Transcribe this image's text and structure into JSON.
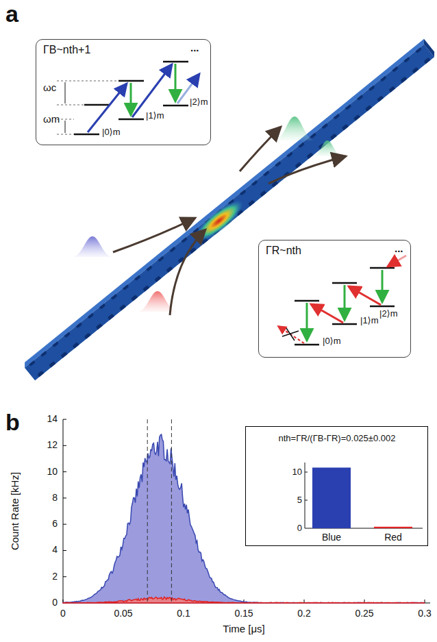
{
  "diagram": {
    "nodes": [
      {
        "text": [
          "ΓB~nth+1",
          "ωc",
          "ωm",
          "|0⟩m",
          "|1⟩m",
          "|2⟩m",
          "..."
        ]
      },
      {
        "text": [
          "ΓR~nth",
          "|0⟩m",
          "|1⟩m",
          "|2⟩m",
          "..."
        ]
      },
      {
        "text": [
          "nth=ΓR/(ΓB-ΓR)=0.025±0.002",
          "10",
          "5",
          "0",
          "Blue",
          "Red"
        ]
      }
    ],
    "labels": [
      "a",
      "b",
      "14",
      "12",
      "10",
      "8",
      "6",
      "4",
      "2",
      "0",
      "0",
      "0.05",
      "0.1",
      "0.15",
      "0.2",
      "0.25",
      "0.3",
      "Count Rate [kHz]",
      "Time [μs]"
    ]
  }
}
